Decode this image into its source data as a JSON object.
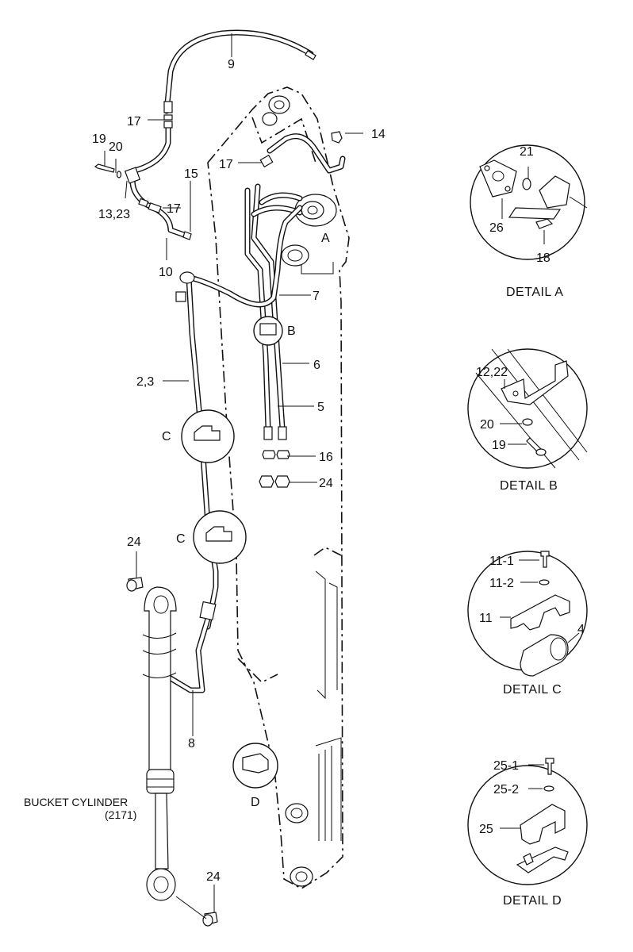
{
  "labels": {
    "p9": "9",
    "p17a": "17",
    "p19": "19",
    "p20": "20",
    "p1323": "13,23",
    "p17b": "17",
    "p15": "15",
    "p10": "10",
    "p17c": "17",
    "p14": "14",
    "pA": "A",
    "p7": "7",
    "pB": "B",
    "p6": "6",
    "p23": "2,3",
    "p5": "5",
    "pC1": "C",
    "p16": "16",
    "p24a": "24",
    "pC2": "C",
    "p24b": "24",
    "p8": "8",
    "pD": "D",
    "bucket1": "BUCKET CYLINDER",
    "bucket2": "(2171)",
    "p24c": "24"
  },
  "details": {
    "a": {
      "title": "DETAIL A",
      "l21": "21",
      "l26": "26",
      "l18": "18"
    },
    "b": {
      "title": "DETAIL B",
      "l1222": "12,22",
      "l20": "20",
      "l19": "19"
    },
    "c": {
      "title": "DETAIL C",
      "l111": "11-1",
      "l112": "11-2",
      "l11": "11",
      "l4": "4"
    },
    "d": {
      "title": "DETAIL D",
      "l251": "25-1",
      "l252": "25-2",
      "l25": "25"
    }
  }
}
